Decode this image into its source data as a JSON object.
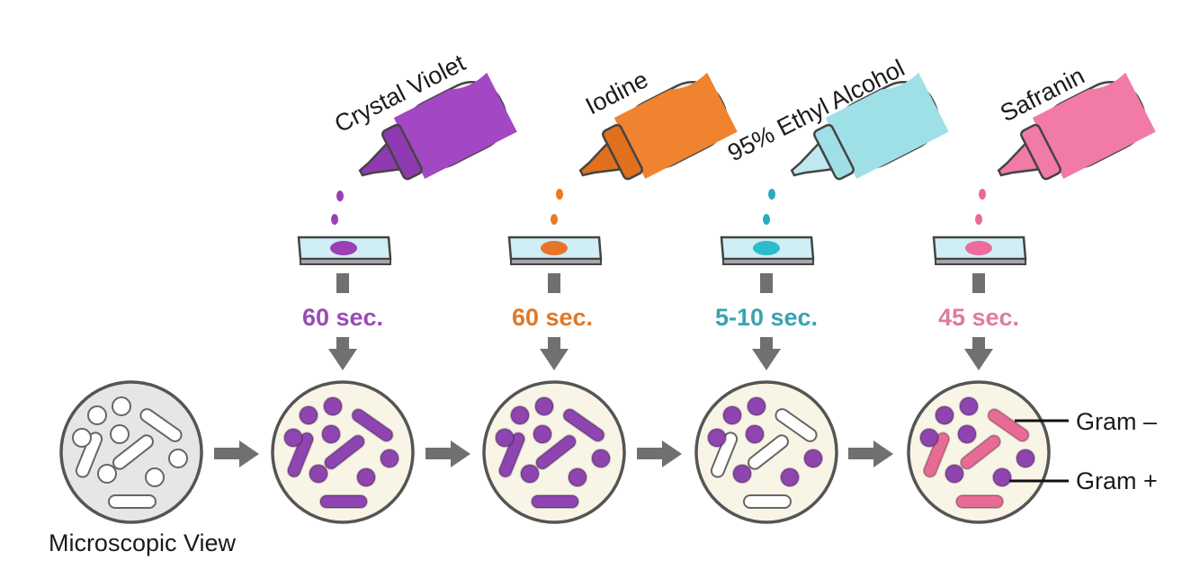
{
  "reagents": [
    {
      "label": "Crystal Violet",
      "time": "60 sec.",
      "color": "#9b3fb5",
      "liquid": "#a347c4",
      "time_color": "#9a4cb7"
    },
    {
      "label": "Iodine",
      "time": "60 sec.",
      "color": "#e87b25",
      "liquid": "#ef8330",
      "time_color": "#e0782a"
    },
    {
      "label": "95% Ethyl Alcohol",
      "time": "5-10 sec.",
      "color": "#2aaabc",
      "liquid": "#9fe0e6",
      "time_color": "#3aa3b0"
    },
    {
      "label": "Safranin",
      "time": "45 sec.",
      "color": "#e8699b",
      "liquid": "#f27aa6",
      "time_color": "#e07aa0"
    }
  ],
  "views": {
    "start_label": "Microscopic View",
    "gram_negative_label": "Gram –",
    "gram_positive_label": "Gram +"
  },
  "colors": {
    "gram_positive": "#8e45b0",
    "gram_negative": "#e86b96",
    "unstained": "#ffffff",
    "arrow": "#707070",
    "dish_fill": "#f8f4e6",
    "start_dish_fill": "#e6e6e6"
  },
  "icons": [
    "bottle-icon",
    "droplet-icon",
    "slide-icon",
    "arrow-down-icon",
    "arrow-right-icon",
    "petri-dish-icon"
  ]
}
